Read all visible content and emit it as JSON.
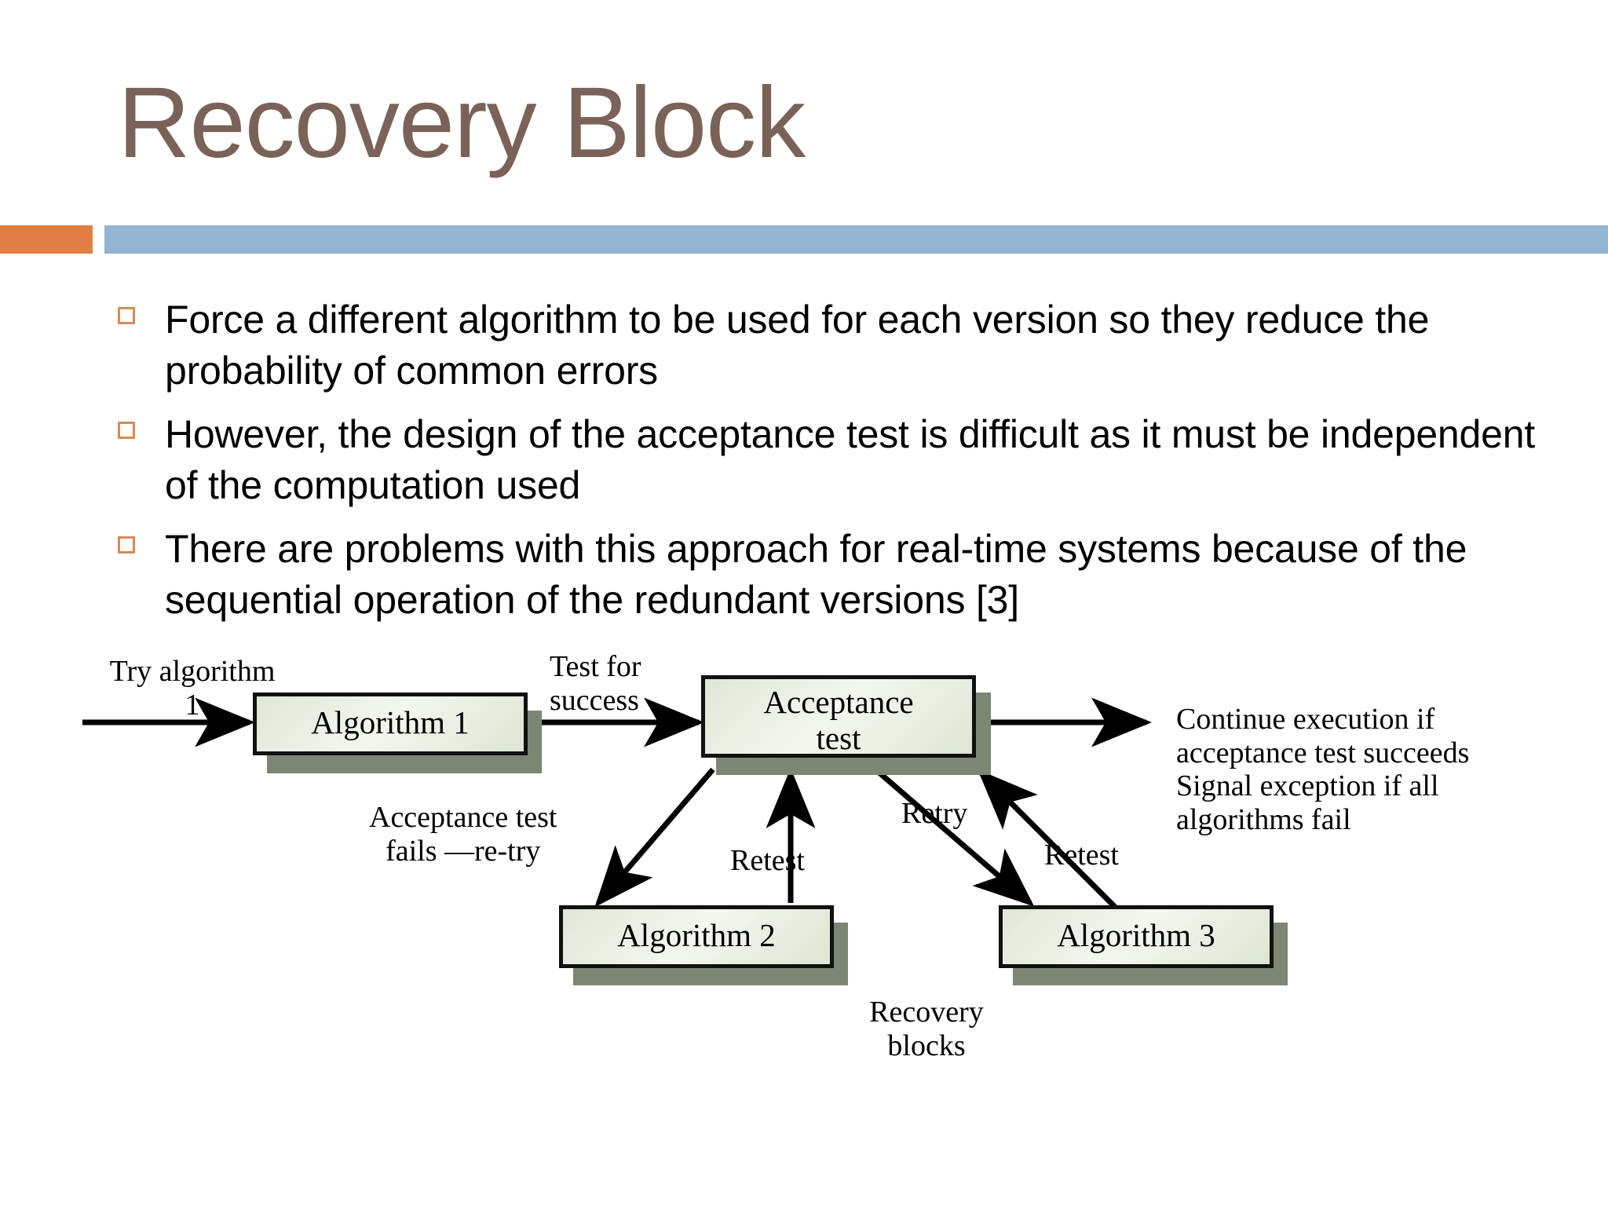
{
  "slide": {
    "title": "Recovery Block",
    "title_color": "#7a6258",
    "accent_orange": "#e07e43",
    "accent_blue": "#93b3d2",
    "bullet_marker_color": "#d98b55"
  },
  "bullets": [
    {
      "text": "Force a different algorithm to be used for each version so they reduce the probability of common errors"
    },
    {
      "text": "However, the design of the acceptance test is difficult as it must be independent of the computation used"
    },
    {
      "text": "There are problems with this approach for real-time systems because of the sequential operation of the redundant versions [3]"
    }
  ],
  "diagram": {
    "caption": "Recovery\nblocks",
    "boxes": [
      {
        "id": "algorithm-1",
        "label": "Algorithm 1"
      },
      {
        "id": "acceptance-test",
        "label": "Acceptance\ntest"
      },
      {
        "id": "algorithm-2",
        "label": "Algorithm 2"
      },
      {
        "id": "algorithm-3",
        "label": "Algorithm 3"
      }
    ],
    "labels": {
      "try_algorithm_1": "Try algorithm\n1",
      "test_for_success": "Test for\nsuccess",
      "continue_execution": "Continue execution if\nacceptance test succeeds\nSignal exception if all\nalgorithms fail",
      "acceptance_test_fails": "Acceptance test\nfails —re-try",
      "retest_left": "Retest",
      "retry": "Retry",
      "retest_right": "Retest"
    }
  }
}
